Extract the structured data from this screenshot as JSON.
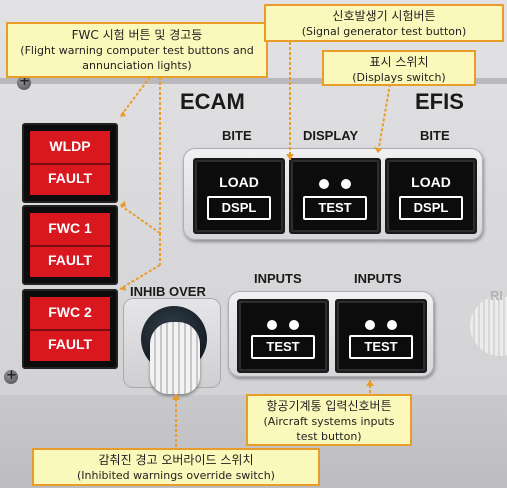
{
  "colors": {
    "callout_fill": "#fbf8bb",
    "callout_border": "#e89c2a",
    "fault_red": "#d8171f"
  },
  "sections": {
    "ecam": "ECAM",
    "efis": "EFIS"
  },
  "labels": {
    "bite_left": "BITE",
    "display": "DISPLAY",
    "bite_right": "BITE",
    "inputs_left": "INPUTS",
    "inputs_right": "INPUTS",
    "inhib_over": "INHIB OVER",
    "faded_text": "RI"
  },
  "fwc_buttons": [
    {
      "top": "WLDP",
      "bottom": "FAULT"
    },
    {
      "top": "FWC 1",
      "bottom": "FAULT"
    },
    {
      "top": "FWC 2",
      "bottom": "FAULT"
    }
  ],
  "load_buttons": [
    {
      "upper": "LOAD",
      "lower": "DSPL"
    },
    {
      "upper": "",
      "lower": "TEST"
    },
    {
      "upper": "LOAD",
      "lower": "DSPL"
    }
  ],
  "input_buttons": [
    {
      "lower": "TEST"
    },
    {
      "lower": "TEST"
    }
  ],
  "callouts": {
    "fwc": {
      "korean": "FWC 시험 버튼 및 경고등",
      "english": "(Flight warning computer test buttons and annunciation lights)"
    },
    "signal": {
      "korean": "신호발생기 시험버튼",
      "english": "(Signal generator test button)"
    },
    "displays": {
      "korean": "표시 스위치",
      "english": "(Displays switch)"
    },
    "aircraft": {
      "korean": "항공기계통 입력신호버튼",
      "english": "(Aircraft systems inputs test button)"
    },
    "inhibited": {
      "korean": "감춰진 경고 오버라이드 스위치",
      "english": "(Inhibited warnings override switch)"
    }
  },
  "icons": [
    "screw-icon"
  ]
}
